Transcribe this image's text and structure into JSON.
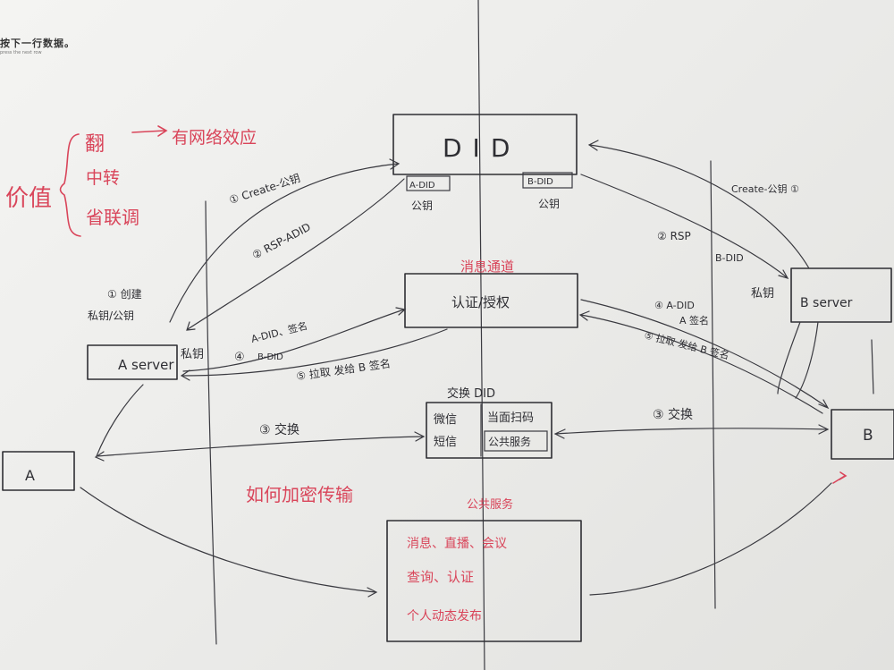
{
  "watermark": {
    "text": "按下一行数据。",
    "sub": "press the next row"
  },
  "value_block": {
    "title": "价值",
    "items": [
      "翻",
      "中转",
      "省联调"
    ],
    "first_item_note": "有网络效应"
  },
  "did_box": {
    "label": "DID",
    "tag_a": "A-DID",
    "tag_a_caption": "公钥",
    "tag_b": "B-DID",
    "tag_b_caption": "公钥"
  },
  "message_channel": {
    "caption": "消息通道",
    "label": "认证/授权"
  },
  "exchange_box": {
    "caption": "交换 DID",
    "cells": [
      "微信",
      "当面扫码",
      "短信",
      "公共服务"
    ]
  },
  "public_service": {
    "caption": "公共服务",
    "lines": [
      "消息、直播、会议",
      "查询、认证",
      "个人动态发布"
    ]
  },
  "encryption_note": "如何加密传输",
  "nodes": {
    "a_server": "A server",
    "a": "A",
    "b_server": "B server",
    "b": "B"
  },
  "a_side": {
    "step1_create": "① 创建",
    "step1_keys": "私钥/公钥",
    "private_key": "私钥",
    "step_create_pub": "① Create-公钥",
    "step_rsp": "② RSP-ADID",
    "step4_sign": "A-DID、签名",
    "step4_bdid": "B-DID",
    "step4_num": "④",
    "step5_fetch": "⑤ 拉取 发给 B 签名",
    "step3_exchange": "③ 交换"
  },
  "b_side": {
    "create_pub": "Create-公钥 ①",
    "rsp": "② RSP",
    "bdid": "B-DID",
    "private_key": "私钥",
    "step4_adid": "④ A-DID",
    "step4_sign": "A 签名",
    "step5": "⑤ 拉取 发给 B 签名",
    "step3": "③ 交换"
  }
}
